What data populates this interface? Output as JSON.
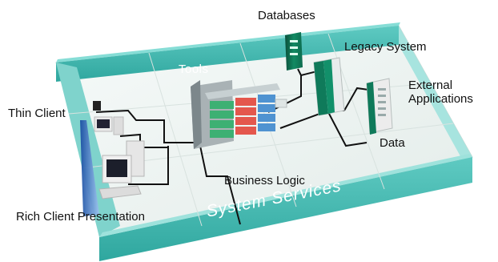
{
  "labels": {
    "databases": "Databases",
    "legacy_system": "Legacy System",
    "external_applications_line1": "External",
    "external_applications_line2": "Applications",
    "tools": "Tools",
    "thin_client": "Thin Client",
    "data": "Data",
    "business_logic": "Business Logic",
    "system_services": "System Services",
    "rich_client_presentation": "Rich Client Presentation"
  },
  "colors": {
    "teal": "#3fb9b1",
    "teal_dark": "#1f8f88",
    "floor": "#eef4f2",
    "server_green": "#0f7a5a",
    "server_dark": "#0b4f3b",
    "block_red": "#e4574d",
    "block_blue": "#4f93d1",
    "block_green": "#3db073",
    "cable": "#111111"
  }
}
